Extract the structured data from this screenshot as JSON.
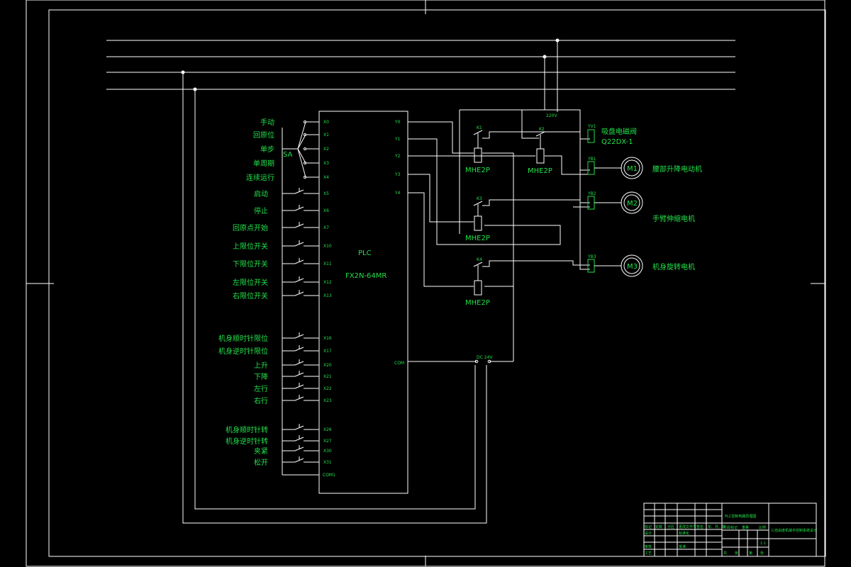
{
  "plc": {
    "title": "PLC",
    "model": "FX2N-64MR",
    "com_out": "COM"
  },
  "selector": {
    "name": "SA"
  },
  "mode_inputs": [
    {
      "label": "手动",
      "pin": "X0"
    },
    {
      "label": "回原位",
      "pin": "X1"
    },
    {
      "label": "单步",
      "pin": "X2"
    },
    {
      "label": "单周期",
      "pin": "X3"
    },
    {
      "label": "连续运行",
      "pin": "X4"
    }
  ],
  "switch_inputs": [
    {
      "label": "启动",
      "pin": "X5"
    },
    {
      "label": "停止",
      "pin": "X6"
    },
    {
      "label": "回原点开始",
      "pin": "X7"
    },
    {
      "label": "上限位开关",
      "pin": "X10"
    },
    {
      "label": "下限位开关",
      "pin": "X11"
    },
    {
      "label": "左限位开关",
      "pin": "X12"
    },
    {
      "label": "右限位开关",
      "pin": "X13"
    },
    {
      "label": "机身顺时针限位",
      "pin": "X16"
    },
    {
      "label": "机身逆时针限位",
      "pin": "X17"
    },
    {
      "label": "上升",
      "pin": "X20"
    },
    {
      "label": "下降",
      "pin": "X21"
    },
    {
      "label": "左行",
      "pin": "X22"
    },
    {
      "label": "右行",
      "pin": "X23"
    },
    {
      "label": "机身顺时针转",
      "pin": "X26"
    },
    {
      "label": "机身逆时针转",
      "pin": "X27"
    },
    {
      "label": "夹紧",
      "pin": "X30"
    },
    {
      "label": "松开",
      "pin": "X31"
    }
  ],
  "com_in": "COM1",
  "outputs": [
    "Y0",
    "Y1",
    "Y2",
    "Y3",
    "Y4"
  ],
  "relays": [
    {
      "tag": "K1",
      "type": "MHE2P"
    },
    {
      "tag": "K2",
      "type": "MHE2P"
    },
    {
      "tag": "K3",
      "type": "MHE2P"
    },
    {
      "tag": "K4",
      "type": "MHE2P"
    }
  ],
  "supply_label": "220V",
  "psu_label": "DC 24V",
  "loads": {
    "valve": {
      "tag": "YV1",
      "label": "吸盘电磁阀",
      "model": "Q22DX-1"
    },
    "motors": [
      {
        "tag": "M1",
        "label": "腰部升降电动机",
        "device": "YB1"
      },
      {
        "tag": "M2",
        "label": "手臂伸缩电机",
        "device": "YB2"
      },
      {
        "tag": "M3",
        "label": "机身旋转电机",
        "device": "YB3"
      }
    ]
  },
  "title_block": {
    "drawing_title": "PLC控制电路原理图",
    "project": "三自由度机械手控制系统设计",
    "cells": [
      "标记",
      "处数",
      "分区",
      "更改文件号",
      "签名",
      "年、月、日",
      "设计",
      "标准化",
      "阶段标记",
      "重量",
      "比例",
      "审核",
      "工艺",
      "批准",
      "共",
      "张",
      "第",
      "张",
      "1:1"
    ]
  }
}
